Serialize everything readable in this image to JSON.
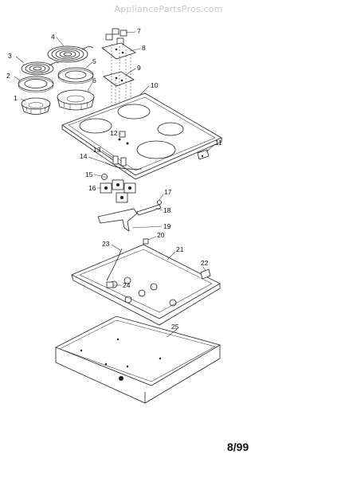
{
  "watermark": "AppliancePartsPros.com",
  "date_code": "8/99",
  "callouts": [
    "1",
    "2",
    "3",
    "4",
    "5",
    "6",
    "7",
    "8",
    "9",
    "10",
    "11",
    "12",
    "13",
    "14",
    "15",
    "16",
    "17",
    "18",
    "19",
    "20",
    "21",
    "22",
    "23",
    "24",
    "25"
  ]
}
